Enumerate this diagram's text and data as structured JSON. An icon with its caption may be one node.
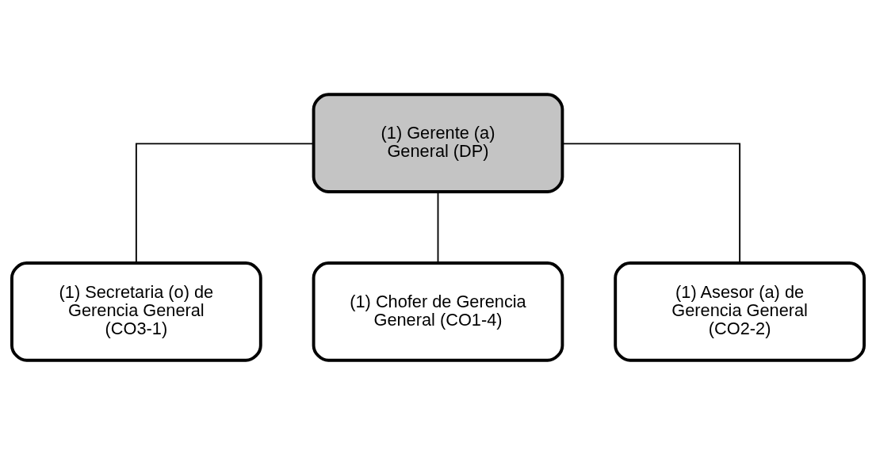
{
  "diagram": {
    "nodes": [
      {
        "text": [
          "(1) Gerente (a) General (DP)"
        ]
      },
      {
        "text": [
          "(1) Secretaria (o) de Gerencia General (CO3-1)"
        ]
      },
      {
        "text": [
          "(1) Chofer de Gerencia General (CO1-4)"
        ]
      },
      {
        "text": [
          "(1) Asesor (a) de Gerencia General (CO2-2)"
        ]
      }
    ],
    "edges": [
      {
        "from": 0,
        "to": 1,
        "arrow": "none"
      },
      {
        "from": 0,
        "to": 2,
        "arrow": "none"
      },
      {
        "from": 0,
        "to": 3,
        "arrow": "none"
      }
    ]
  }
}
